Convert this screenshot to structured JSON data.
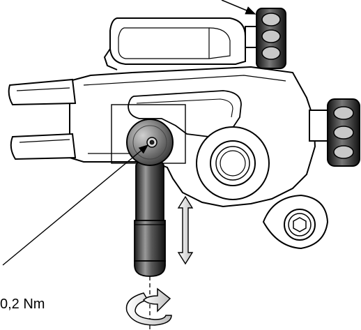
{
  "annotation": {
    "torque_text": "0,2 Nm"
  },
  "colors": {
    "outline": "#000000",
    "body_fill": "#ffffff",
    "metal_dark": "#2a2a2a",
    "metal_mid": "#8c8c8c",
    "metal_light": "#e6e6e6",
    "knob_fill": "#3a3a3a"
  },
  "icons": {
    "vertical_motion": "double-headed-arrow",
    "rotation": "curved-rotation-arrow",
    "screw_head": "hex-socket-screw"
  }
}
